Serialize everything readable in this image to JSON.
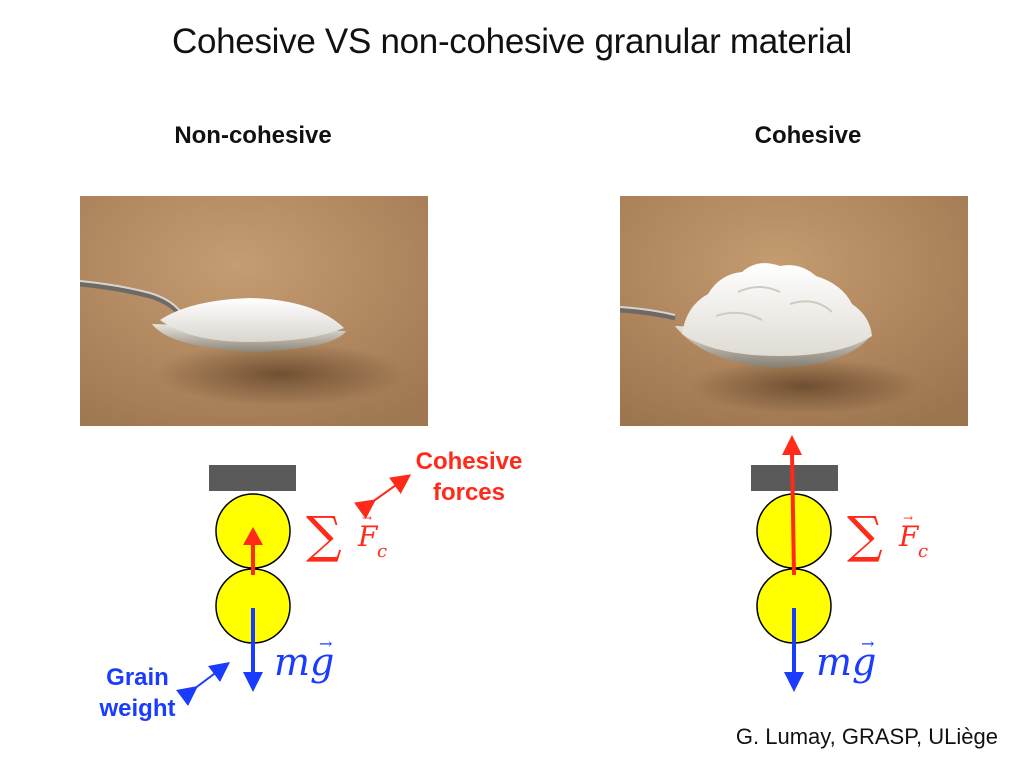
{
  "slide": {
    "title": "Cohesive VS non-cohesive granular material",
    "credit": "G. Lumay, GRASP, ULiège"
  },
  "left_panel": {
    "heading": "Non-cohesive",
    "photo_subject": "spoon-with-sugar",
    "cohesive_label_line1": "Cohesive",
    "cohesive_label_line2": "forces",
    "grain_label_line1": "Grain",
    "grain_label_line2": "weight",
    "force_sum_symbol": "∑",
    "force_symbol": "F",
    "force_subscript": "c",
    "weight_symbol": "mg"
  },
  "right_panel": {
    "heading": "Cohesive",
    "photo_subject": "spoon-with-flour",
    "force_sum_symbol": "∑",
    "force_symbol": "F",
    "force_subscript": "c",
    "weight_symbol": "mg"
  },
  "colors": {
    "grain_fill": "#ffff00",
    "support_plate": "#5a5a5a",
    "cohesive_force": "#ff2a1a",
    "weight_force": "#1a3cff",
    "background_wood": "#b58c63"
  }
}
